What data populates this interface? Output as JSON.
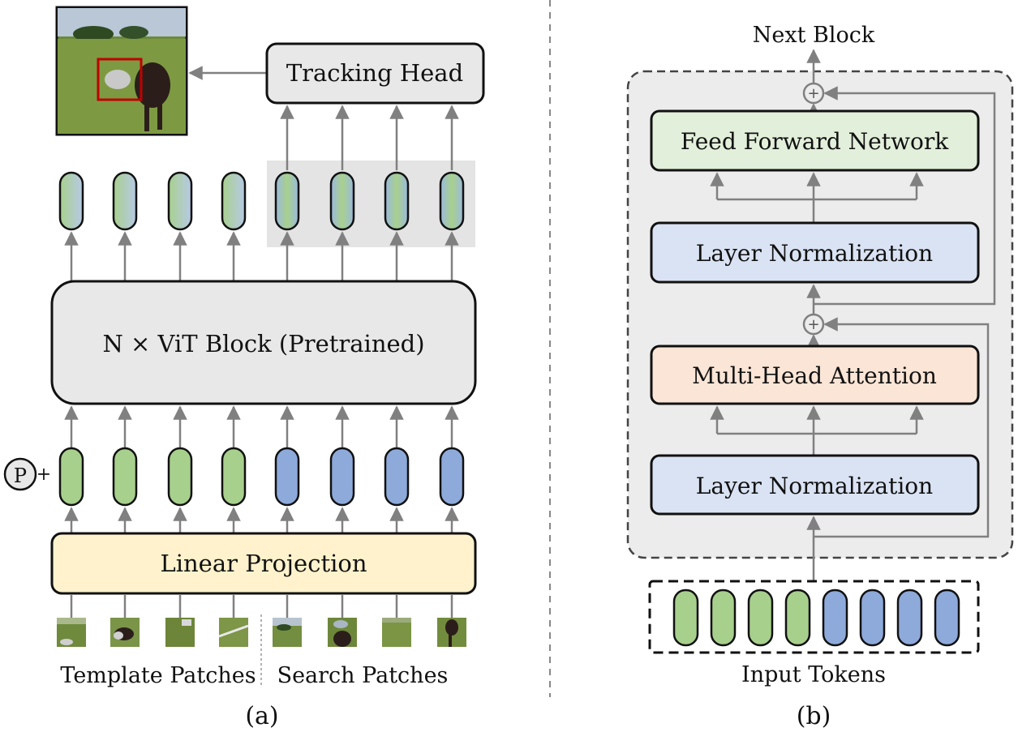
{
  "panel_a": {
    "tracking_head": "Tracking Head",
    "vit_block": "N × ViT Block (Pretrained)",
    "linear_projection": "Linear Projection",
    "position_symbol": "P",
    "plus_symbol": "+",
    "template_label": "Template Patches",
    "search_label": "Search Patches",
    "caption": "(a)"
  },
  "panel_b": {
    "next_block": "Next Block",
    "ffn": "Feed Forward Network",
    "layer_norm_top": "Layer Normalization",
    "mha": "Multi-Head Attention",
    "layer_norm_bottom": "Layer Normalization",
    "add_symbol": "+",
    "input_tokens": "Input Tokens",
    "caption": "(b)"
  },
  "colors": {
    "template_token": "#a8d08d",
    "search_token": "#8eaadb",
    "ffn_fill": "#e2efda",
    "layer_norm_fill": "#dae3f3",
    "mha_fill": "#fbe5d6",
    "projection_fill": "#fff2cc",
    "block_fill": "#e8e8e8",
    "arrow": "#808080"
  }
}
